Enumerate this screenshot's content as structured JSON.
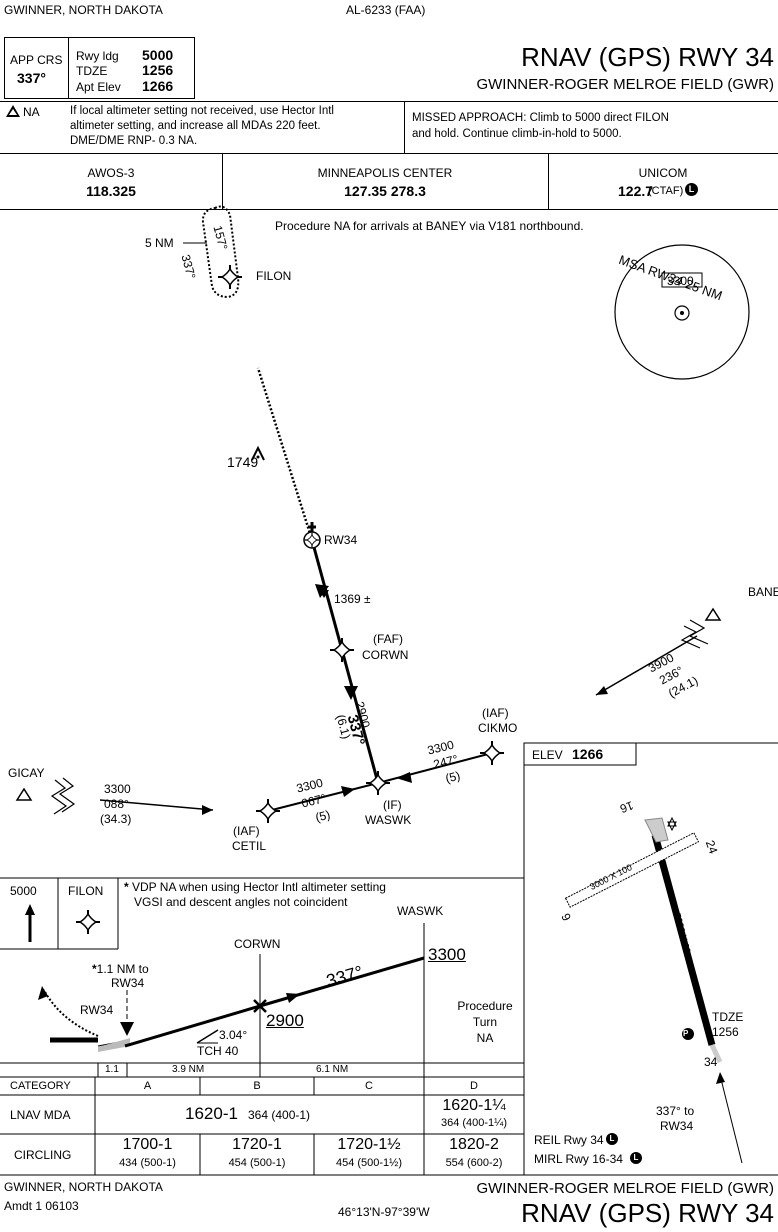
{
  "header": {
    "location": "GWINNER, NORTH DAKOTA",
    "chart_id": "AL-6233 (FAA)",
    "title": "RNAV (GPS) RWY 34",
    "airport": "GWINNER-ROGER MELROE FIELD (GWR)"
  },
  "briefing": {
    "app_crs_label": "APP CRS",
    "app_crs": "337°",
    "rwy_ldg_label": "Rwy ldg",
    "rwy_ldg": "5000",
    "tdze_label": "TDZE",
    "tdze": "1256",
    "apt_elev_label": "Apt Elev",
    "apt_elev": "1266",
    "na_label": "NA",
    "note": [
      "If local altimeter setting not received, use Hector Intl",
      "altimeter setting, and increase all MDAs 220 feet.",
      "DME/DME RNP- 0.3 NA."
    ],
    "missed": [
      "MISSED APPROACH: Climb to 5000 direct FILON",
      "and hold. Continue climb-in-hold to 5000."
    ]
  },
  "comms": [
    {
      "name": "AWOS-3",
      "freq": "118.325"
    },
    {
      "name": "MINNEAPOLIS CENTER",
      "freq": "127.35  278.3"
    },
    {
      "name": "UNICOM",
      "freq": "122.7",
      "suffix": "(CTAF)"
    }
  ],
  "plan": {
    "note": "Procedure NA for arrivals at BANEY via V181 northbound.",
    "msa": "MSA RW34 25 NM",
    "msa_alt": "3300",
    "hold_dist": "5 NM",
    "hold_in": "337°",
    "hold_out": "157°",
    "filon": "FILON",
    "obstacle": "1749",
    "rw34": "RW34",
    "obs2": "1369 ±",
    "faf": "(FAF)",
    "corwn": "CORWN",
    "final_alt": "2900",
    "final_crs": "337°",
    "final_dist": "(6.1)",
    "baney": "BANEY",
    "baney_alt": "3900",
    "baney_crs": "236°",
    "baney_dist": "(24.1)",
    "iaf": "(IAF)",
    "cikmo": "CIKMO",
    "cikmo_alt": "3300",
    "cikmo_crs": "247°",
    "cikmo_dist": "(5)",
    "if": "(IF)",
    "waswk": "WASWK",
    "cetil_alt": "3300",
    "cetil_crs": "067°",
    "cetil_dist": "(5)",
    "cetil": "CETIL",
    "gicay": "GICAY",
    "gicay_alt": "3300",
    "gicay_crs": "088°",
    "gicay_dist": "(34.3)"
  },
  "airport": {
    "elev_label": "ELEV",
    "elev": "1266",
    "rw16": "16",
    "rw24": "24",
    "rw6": "6",
    "rw34": "34",
    "dim1": "3000 X 100",
    "dim2": "5000 X 60",
    "tdze_label": "TDZE",
    "tdze": "1256",
    "crs_note": "337° to",
    "crs_note2": "RW34",
    "reil": "REIL Rwy 34",
    "mirl": "MIRL Rwy 16-34"
  },
  "profile": {
    "hold_alt": "5000",
    "filon": "FILON",
    "vdp_note": "VDP NA when using Hector Intl altimeter setting",
    "vgsi_note": "VGSI and descent angles not coincident",
    "waswk": "WASWK",
    "corwn": "CORWN",
    "vdp_dist": "1.1 NM to",
    "vdp_dist2": "RW34",
    "rw34": "RW34",
    "crs": "337°",
    "alt_waswk": "3300",
    "alt_corwn": "2900",
    "gs": "3.04°",
    "tch": "TCH 40",
    "pt": [
      "Procedure",
      "Turn",
      "NA"
    ],
    "d1": "1.1",
    "d2": "3.9 NM",
    "d3": "6.1 NM"
  },
  "minima": {
    "headers": [
      "CATEGORY",
      "A",
      "B",
      "C",
      "D"
    ],
    "lnav_label": "LNAV  MDA",
    "lnav_abc": "1620-1",
    "lnav_abc_sub": "364 (400-1)",
    "lnav_d": "1620-1¼",
    "lnav_d_sub": "364 (400-1¼)",
    "circ_label": "CIRCLING",
    "circ": [
      {
        "main": "1700-1",
        "sub": "434 (500-1)"
      },
      {
        "main": "1720-1",
        "sub": "454 (500-1)"
      },
      {
        "main": "1720-1½",
        "sub": "454 (500-1½)"
      },
      {
        "main": "1820-2",
        "sub": "554 (600-2)"
      }
    ]
  },
  "footer": {
    "location": "GWINNER, NORTH DAKOTA",
    "amdt": "Amdt 1 06103",
    "coords": "46°13'N-97°39'W",
    "airport": "GWINNER-ROGER MELROE FIELD (GWR)",
    "title": "RNAV (GPS) RWY 34"
  }
}
